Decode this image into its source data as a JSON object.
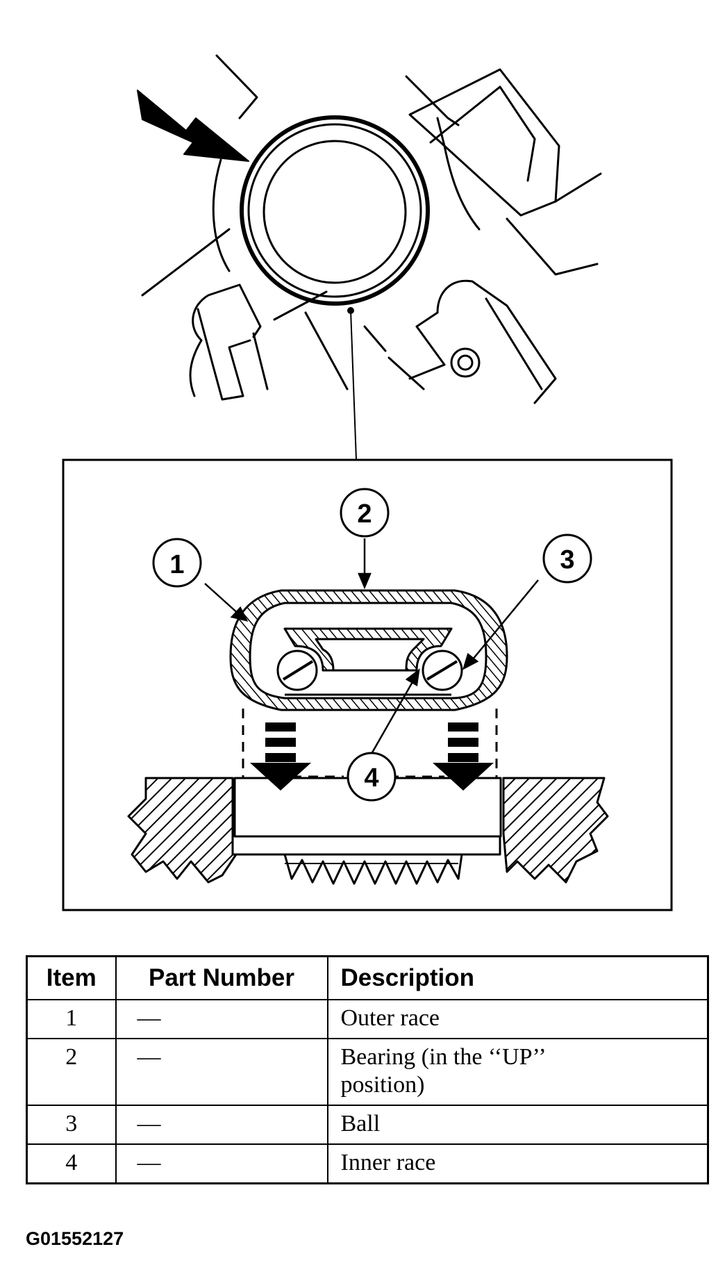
{
  "callouts": [
    "1",
    "2",
    "3",
    "4"
  ],
  "table": {
    "headers": {
      "item": "Item",
      "part_number": "Part Number",
      "description": "Description"
    },
    "rows": [
      {
        "item": "1",
        "part_number": "—",
        "description": "Outer race"
      },
      {
        "item": "2",
        "part_number": "—",
        "description": "Bearing (in the ‘‘UP’’ position)"
      },
      {
        "item": "3",
        "part_number": "—",
        "description": "Ball"
      },
      {
        "item": "4",
        "part_number": "—",
        "description": "Inner race"
      }
    ]
  },
  "figure_code": "G01552127"
}
